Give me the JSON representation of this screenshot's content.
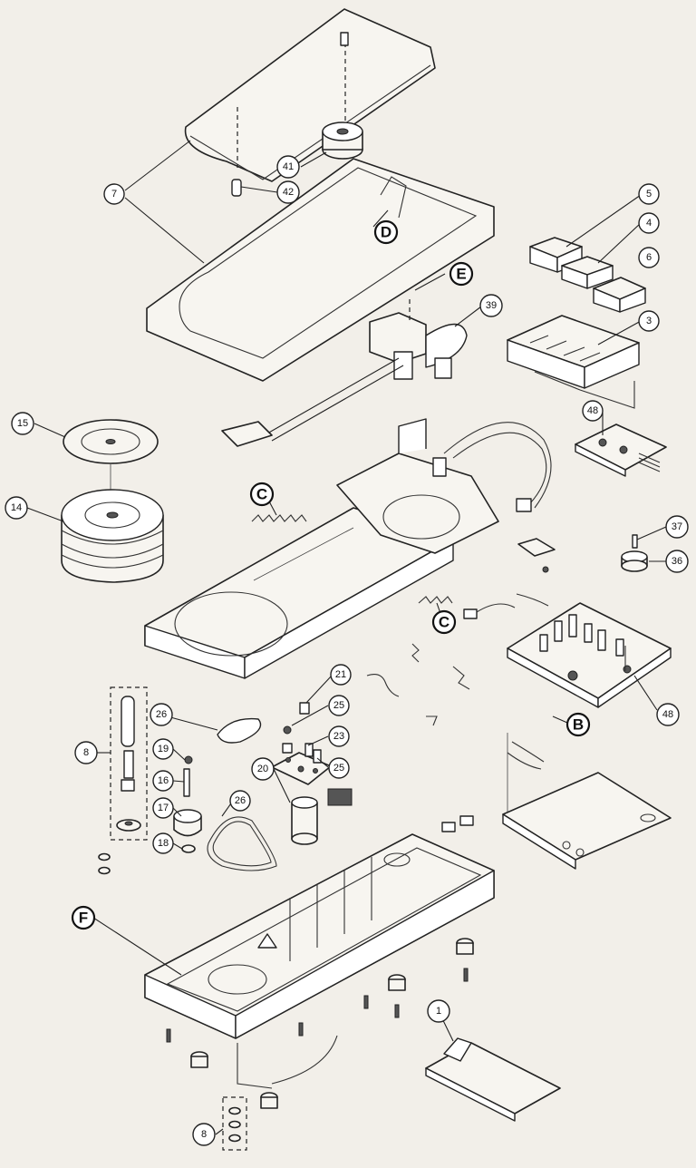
{
  "callouts": {
    "c1": "1",
    "c3": "3",
    "c4": "4",
    "c5": "5",
    "c6": "6",
    "c7": "7",
    "c8a": "8",
    "c8b": "8",
    "c14": "14",
    "c15": "15",
    "c16": "16",
    "c17": "17",
    "c18": "18",
    "c19": "19",
    "c20": "20",
    "c21": "21",
    "c23": "23",
    "c25a": "25",
    "c25b": "25",
    "c26a": "26",
    "c26b": "26",
    "c36": "36",
    "c37": "37",
    "c39": "39",
    "c41": "41",
    "c42": "42",
    "c48a": "48",
    "c48b": "48"
  },
  "letters": {
    "B": "B",
    "C1": "C",
    "C2": "C",
    "D": "D",
    "E": "E",
    "F": "F"
  }
}
